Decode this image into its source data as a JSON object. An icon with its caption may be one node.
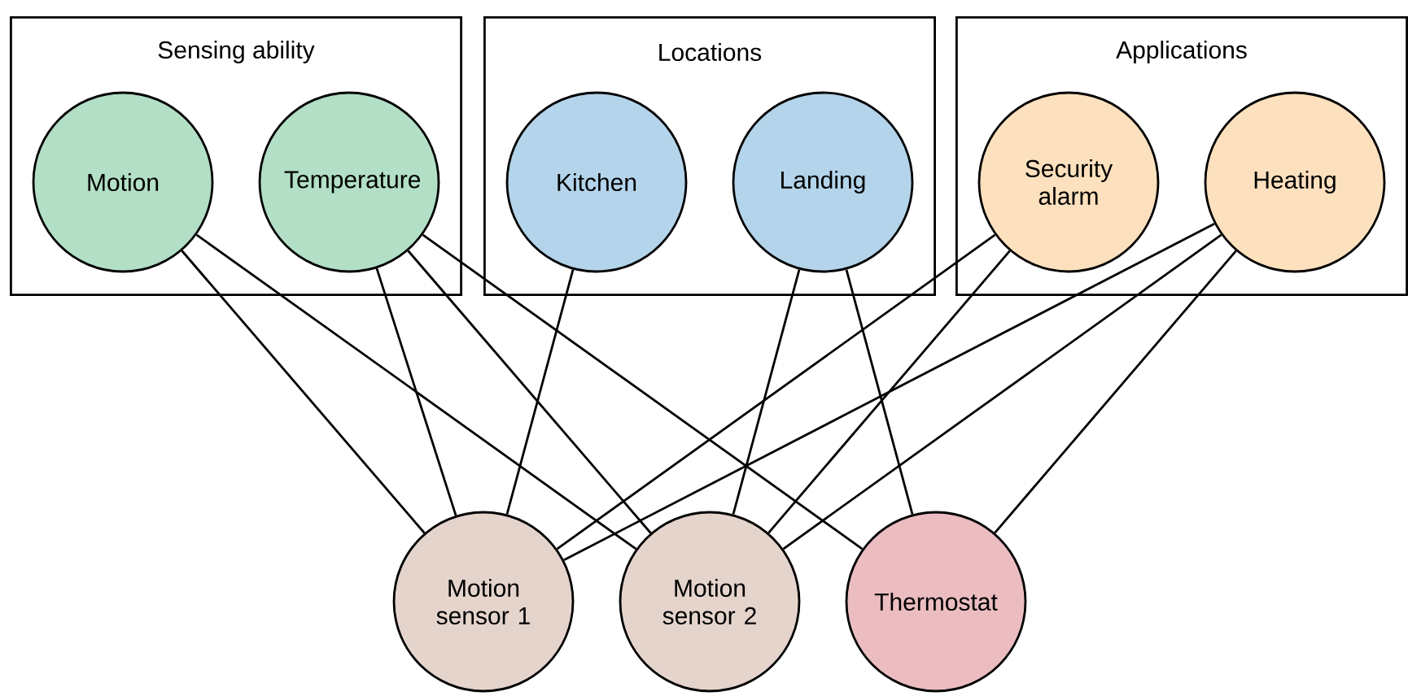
{
  "diagram": {
    "nodes": [
      {
        "text": [
          "Sensing ability"
        ]
      },
      {
        "text": [
          "Motion"
        ],
        "in": 0
      },
      {
        "text": [
          "Temperature"
        ],
        "in": 0
      },
      {
        "text": [
          "Locations"
        ]
      },
      {
        "text": [
          "Kitchen"
        ],
        "in": 3
      },
      {
        "text": [
          "Landing"
        ],
        "in": 3
      },
      {
        "text": [
          "Applications"
        ]
      },
      {
        "text": [
          "Security alarm"
        ],
        "in": 6
      },
      {
        "text": [
          "Heating"
        ],
        "in": 6
      },
      {
        "text": [
          "Motion sensor 1"
        ]
      },
      {
        "text": [
          "Motion sensor 2"
        ]
      },
      {
        "text": [
          "Thermostat"
        ]
      }
    ],
    "edges": [
      {
        "from": 1,
        "to": 9,
        "arrow": "none"
      },
      {
        "from": 1,
        "to": 10,
        "arrow": "none"
      },
      {
        "from": 2,
        "to": 9,
        "arrow": "none"
      },
      {
        "from": 2,
        "to": 10,
        "arrow": "none"
      },
      {
        "from": 2,
        "to": 11,
        "arrow": "none"
      },
      {
        "from": 4,
        "to": 9,
        "arrow": "none"
      },
      {
        "from": 5,
        "to": 10,
        "arrow": "none"
      },
      {
        "from": 5,
        "to": 11,
        "arrow": "none"
      },
      {
        "from": 7,
        "to": 9,
        "arrow": "none"
      },
      {
        "from": 7,
        "to": 10,
        "arrow": "none"
      },
      {
        "from": 8,
        "to": 9,
        "arrow": "none"
      },
      {
        "from": 8,
        "to": 10,
        "arrow": "none"
      },
      {
        "from": 8,
        "to": 11,
        "arrow": "none"
      }
    ]
  }
}
